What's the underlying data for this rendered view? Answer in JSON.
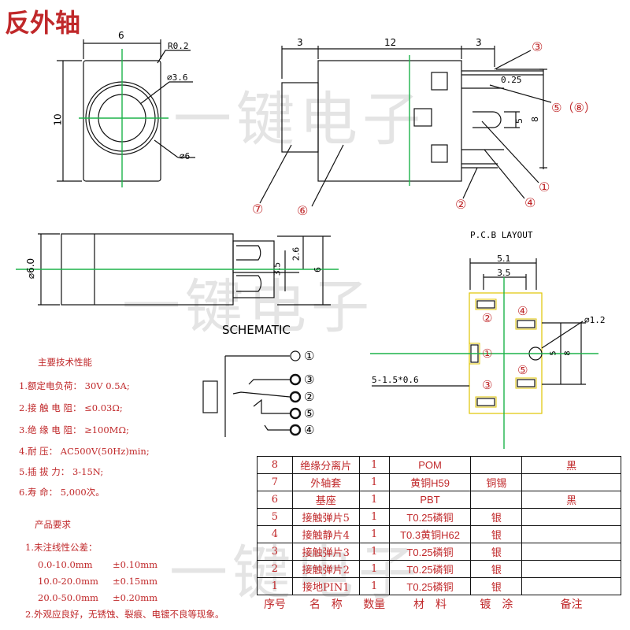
{
  "title": "反外轴",
  "watermark": "一键电子",
  "front_view": {
    "width": "6",
    "height": "10",
    "radius": "R0.2",
    "inner_dia": "⌀3.6",
    "outer_dia": "⌀6"
  },
  "side_view": {
    "dim_left": "3",
    "dim_mid": "12",
    "dim_right": "3",
    "pin_thk": "0.25",
    "pin_5": "5",
    "pin_8": "8",
    "callout_58": "⑤（⑧）"
  },
  "callouts": {
    "c1": "①",
    "c2": "②",
    "c3": "③",
    "c4": "④",
    "c6": "⑥",
    "c7": "⑦"
  },
  "top_view": {
    "dia": "⌀6.0",
    "d35": "3.5",
    "d26": "2.6",
    "d6": "6"
  },
  "schematic": {
    "label": "SCHEMATIC",
    "pins": [
      "①",
      "③",
      "②",
      "⑤",
      "④"
    ]
  },
  "pcb": {
    "title": "P.C.B LAYOUT",
    "d51": "5.1",
    "d35": "3.5",
    "hole": "⌀1.2",
    "d5": "5",
    "d8": "8",
    "slot": "5-1.5*0.6",
    "pads": [
      "①",
      "②",
      "③",
      "④",
      "⑤"
    ]
  },
  "specs": {
    "heading": "主要技术性能",
    "items": [
      "1.额定电负荷： 30V 0.5A;",
      "2.接 触 电 阻： ≤0.03Ω;",
      "3.绝 缘 电 阻： ≥100MΩ;",
      "4.耐        压： AC500V(50Hz)min;",
      "5.插  拔   力： 3-15N;",
      "6.寿        命： 5,000次。"
    ]
  },
  "requirements": {
    "heading": "产品要求",
    "line1": "1.未注线性公差：",
    "tolerances": [
      {
        "range": "0.0-10.0mm",
        "tol": "±0.10mm"
      },
      {
        "range": "10.0-20.0mm",
        "tol": "±0.15mm"
      },
      {
        "range": "20.0-50.0mm",
        "tol": "±0.20mm"
      }
    ],
    "line2": "2.外观应良好，无锈蚀、裂痕、电镀不良等现象。"
  },
  "bom": {
    "header": [
      "序号",
      "名　称",
      "数量",
      "材　料",
      "镀　涂",
      "备注"
    ],
    "rows": [
      [
        "8",
        "绝缘分离片",
        "1",
        "POM",
        "",
        "黑"
      ],
      [
        "7",
        "外轴套",
        "1",
        "黄铜H59",
        "铜锡",
        ""
      ],
      [
        "6",
        "基座",
        "1",
        "PBT",
        "",
        "黑"
      ],
      [
        "5",
        "接触弹片5",
        "1",
        "T0.25磷铜",
        "银",
        ""
      ],
      [
        "4",
        "接触静片4",
        "1",
        "T0.3黄铜H62",
        "银",
        ""
      ],
      [
        "3",
        "接触弹片3",
        "1",
        "T0.25磷铜",
        "银",
        ""
      ],
      [
        "2",
        "接触弹片2",
        "1",
        "T0.25磷铜",
        "银",
        ""
      ],
      [
        "1",
        "接地PIN1",
        "1",
        "T0.25磷铜",
        "银",
        ""
      ]
    ]
  }
}
